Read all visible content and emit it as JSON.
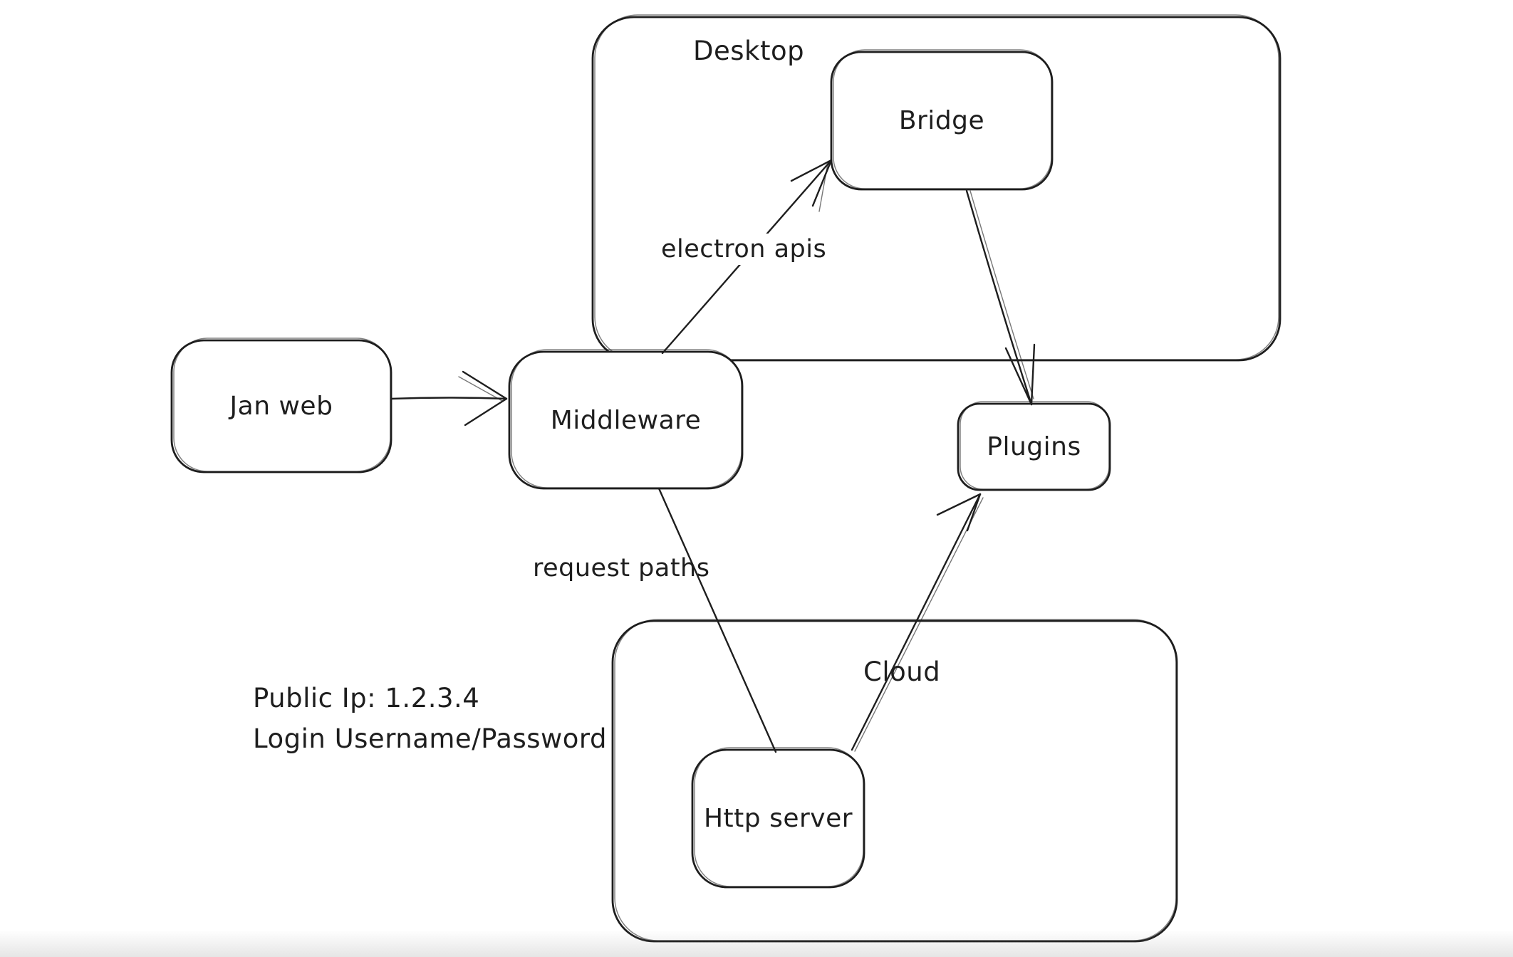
{
  "canvas": {
    "background_color": "#ffffff",
    "stroke_color": "#1e1e1e"
  },
  "containers": {
    "desktop": {
      "label": "Desktop"
    },
    "cloud": {
      "label": "Cloud"
    }
  },
  "nodes": {
    "jan_web": {
      "label": "Jan web"
    },
    "middleware": {
      "label": "Middleware"
    },
    "bridge": {
      "label": "Bridge"
    },
    "plugins": {
      "label": "Plugins"
    },
    "http_server": {
      "label": "Http server"
    }
  },
  "edges": {
    "jan_web_to_middleware": {
      "label": ""
    },
    "middleware_to_bridge": {
      "label": "electron apis"
    },
    "bridge_to_plugins": {
      "label": ""
    },
    "middleware_to_http_server": {
      "label": "request paths"
    },
    "http_server_to_plugins": {
      "label": ""
    }
  },
  "annotation": {
    "line1": "Public Ip: 1.2.3.4",
    "line2": "Login Username/Password"
  }
}
